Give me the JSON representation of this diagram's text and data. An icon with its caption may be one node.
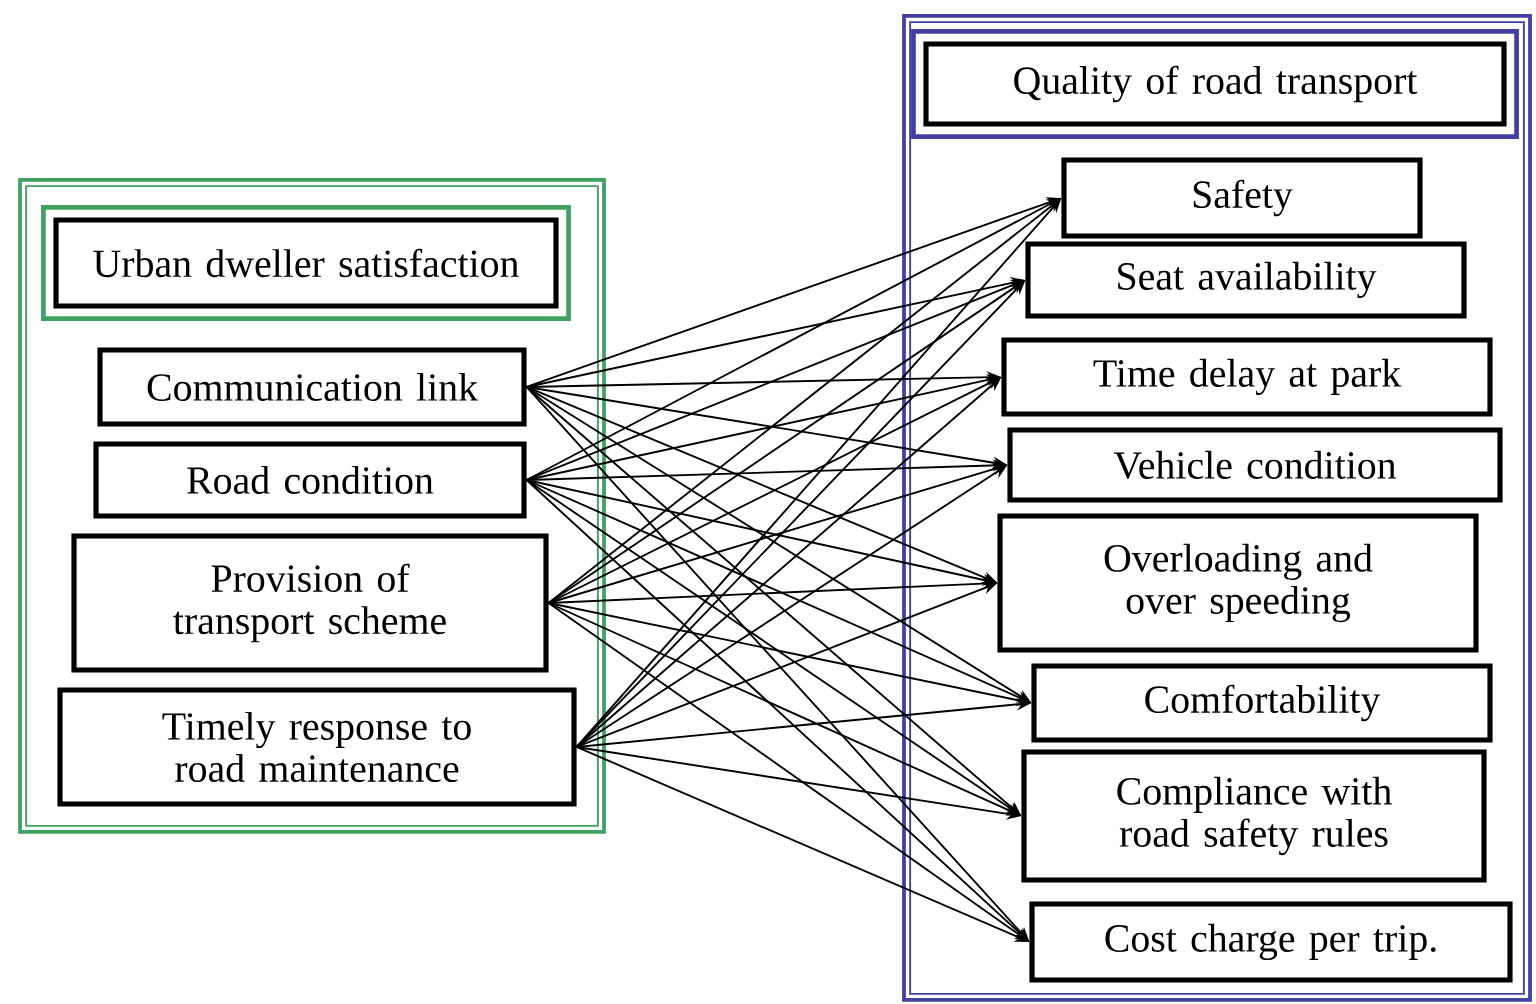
{
  "diagram": {
    "nodes": [
      {
        "text": [],
        "shape": "box"
      },
      {
        "text": [
          "Urban dweller satisfaction"
        ],
        "in": 0
      },
      {
        "text": [
          "Communication link"
        ],
        "in": 0
      },
      {
        "text": [
          "Road condition"
        ],
        "in": 0
      },
      {
        "text": [
          "Provision of transport scheme"
        ],
        "in": 0
      },
      {
        "text": [
          "Timely response to road maintenance"
        ],
        "in": 0
      },
      {
        "text": [],
        "shape": "box"
      },
      {
        "text": [
          "Quality of road transport"
        ],
        "in": 6
      },
      {
        "text": [
          "Safety"
        ],
        "in": 6
      },
      {
        "text": [
          "Seat availability"
        ],
        "in": 6
      },
      {
        "text": [
          "Time delay at park"
        ],
        "in": 6
      },
      {
        "text": [
          "Vehicle condition"
        ],
        "in": 6
      },
      {
        "text": [
          "Overloading and over speeding"
        ],
        "in": 6
      },
      {
        "text": [
          "Comfortability"
        ],
        "in": 6
      },
      {
        "text": [
          "Compliance with road safety rules"
        ],
        "in": 6
      },
      {
        "text": [
          "Cost charge per trip."
        ],
        "in": 6
      }
    ],
    "edges": [
      {
        "from": 2,
        "to": 8,
        "arrow": "to"
      },
      {
        "from": 2,
        "to": 9,
        "arrow": "to"
      },
      {
        "from": 2,
        "to": 10,
        "arrow": "to"
      },
      {
        "from": 2,
        "to": 11,
        "arrow": "to"
      },
      {
        "from": 2,
        "to": 12,
        "arrow": "to"
      },
      {
        "from": 2,
        "to": 13,
        "arrow": "to"
      },
      {
        "from": 2,
        "to": 14,
        "arrow": "to"
      },
      {
        "from": 2,
        "to": 15,
        "arrow": "to"
      },
      {
        "from": 3,
        "to": 8,
        "arrow": "to"
      },
      {
        "from": 3,
        "to": 9,
        "arrow": "to"
      },
      {
        "from": 3,
        "to": 10,
        "arrow": "to"
      },
      {
        "from": 3,
        "to": 11,
        "arrow": "to"
      },
      {
        "from": 3,
        "to": 12,
        "arrow": "to"
      },
      {
        "from": 3,
        "to": 13,
        "arrow": "to"
      },
      {
        "from": 3,
        "to": 14,
        "arrow": "to"
      },
      {
        "from": 3,
        "to": 15,
        "arrow": "to"
      },
      {
        "from": 4,
        "to": 8,
        "arrow": "to"
      },
      {
        "from": 4,
        "to": 9,
        "arrow": "to"
      },
      {
        "from": 4,
        "to": 10,
        "arrow": "to"
      },
      {
        "from": 4,
        "to": 11,
        "arrow": "to"
      },
      {
        "from": 4,
        "to": 12,
        "arrow": "to"
      },
      {
        "from": 4,
        "to": 13,
        "arrow": "to"
      },
      {
        "from": 4,
        "to": 14,
        "arrow": "to"
      },
      {
        "from": 4,
        "to": 15,
        "arrow": "to"
      },
      {
        "from": 5,
        "to": 8,
        "arrow": "to"
      },
      {
        "from": 5,
        "to": 9,
        "arrow": "to"
      },
      {
        "from": 5,
        "to": 10,
        "arrow": "to"
      },
      {
        "from": 5,
        "to": 11,
        "arrow": "to"
      },
      {
        "from": 5,
        "to": 12,
        "arrow": "to"
      },
      {
        "from": 5,
        "to": 13,
        "arrow": "to"
      },
      {
        "from": 5,
        "to": 14,
        "arrow": "to"
      },
      {
        "from": 5,
        "to": 15,
        "arrow": "to"
      }
    ]
  }
}
